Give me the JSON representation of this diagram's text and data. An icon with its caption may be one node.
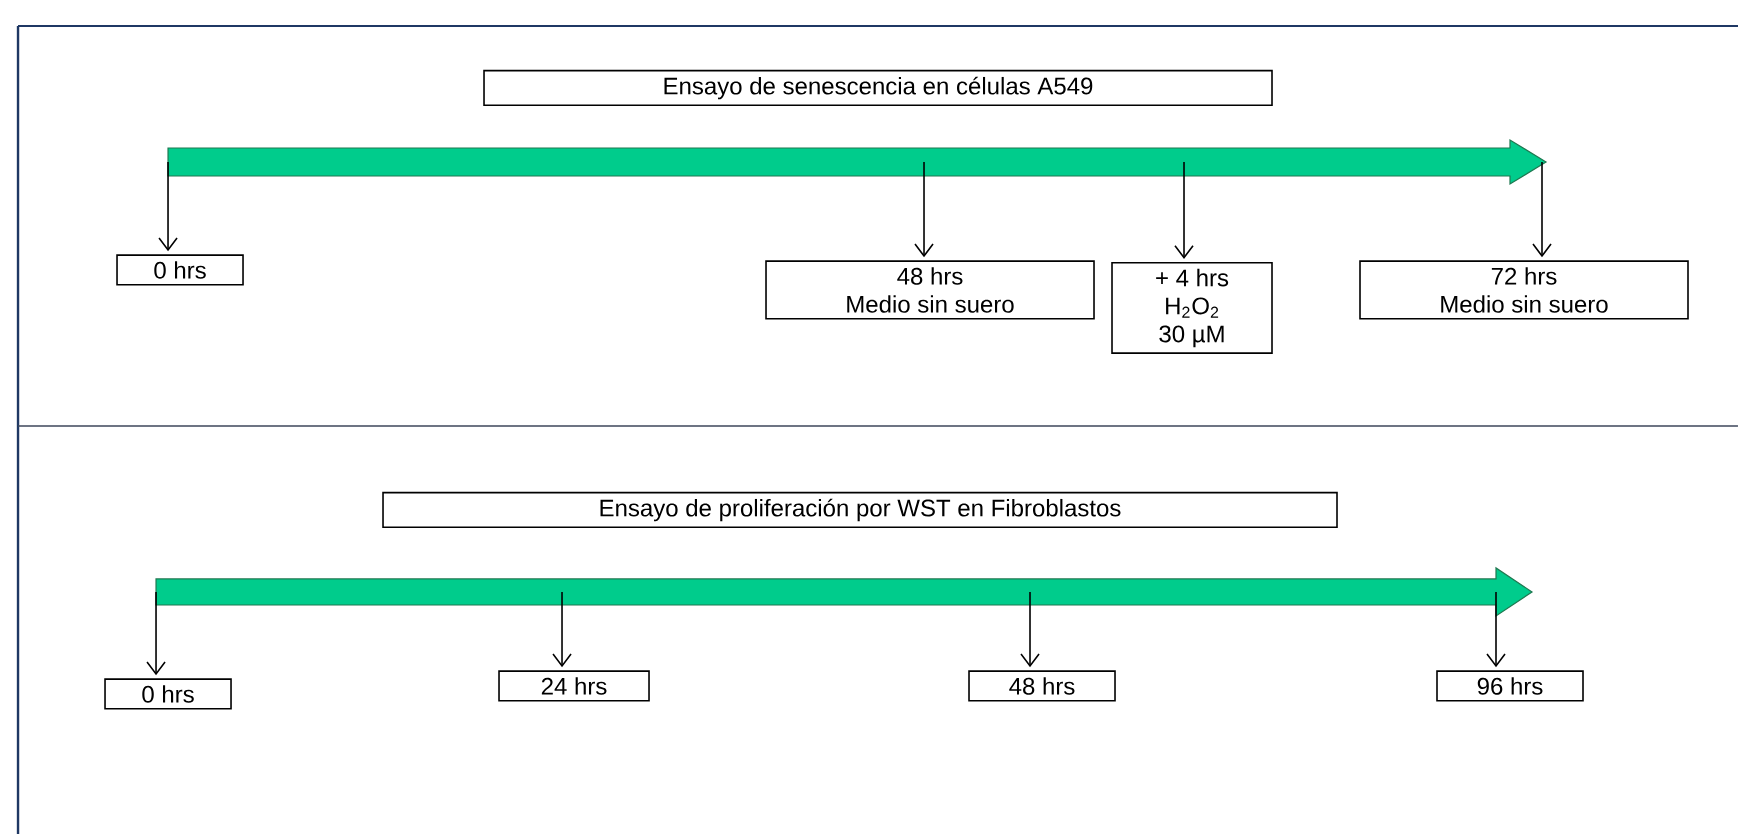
{
  "diagram": {
    "nodes": [
      {
        "text": [
          "Ensayo de senescencia en células A549"
        ]
      },
      {
        "text": [],
        "shape": "arrow"
      },
      {
        "text": [
          "0 hrs"
        ]
      },
      {
        "text": [
          "48 hrs",
          "Medio sin suero"
        ]
      },
      {
        "text": [
          "+ 4 hrs",
          "H$_{2}$O$_{2}$",
          "30 µM"
        ]
      },
      {
        "text": [
          "72 hrs",
          "Medio sin suero"
        ]
      },
      {
        "text": [
          "Ensayo de proliferación por WST en Fibroblastos"
        ]
      },
      {
        "text": [],
        "shape": "arrow"
      },
      {
        "text": [
          "0 hrs"
        ]
      },
      {
        "text": [
          "24 hrs"
        ]
      },
      {
        "text": [
          "48 hrs"
        ]
      },
      {
        "text": [
          "96 hrs"
        ]
      }
    ],
    "edges": [
      {
        "from": 1,
        "to": 2,
        "arrow": "to"
      },
      {
        "from": 1,
        "to": 3,
        "arrow": "to"
      },
      {
        "from": 1,
        "to": 4,
        "arrow": "to"
      },
      {
        "from": 1,
        "to": 5,
        "arrow": "to"
      },
      {
        "from": 7,
        "to": 8,
        "arrow": "to"
      },
      {
        "from": 7,
        "to": 9,
        "arrow": "to"
      },
      {
        "from": 7,
        "to": 10,
        "arrow": "to"
      },
      {
        "from": 7,
        "to": 11,
        "arrow": "to"
      }
    ]
  }
}
